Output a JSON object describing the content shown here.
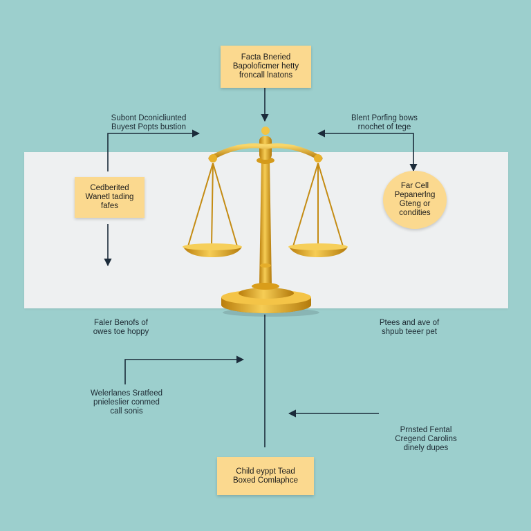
{
  "colors": {
    "background": "#9ccfcd",
    "panel": "#eef0f1",
    "box": "#fbd98f",
    "line": "#1b2b3a",
    "gold": "#e2a81e"
  },
  "icons": {
    "center": "balance-scale-icon"
  },
  "boxes": {
    "top": [
      "Facta Bneried",
      "Bapoloficmer hetty",
      "froncall lnatons"
    ],
    "left": [
      "Cedberited",
      "Wanetl tading",
      "fafes"
    ],
    "right": [
      "Far Cell",
      "Pepanerlng",
      "Gteng or",
      "condities"
    ],
    "bottom": [
      "Child eyppt Tead",
      "Boxed Comlaphce"
    ]
  },
  "labels": {
    "top_left": [
      "Subont Dconicliunted",
      "Buyest Popts bustion"
    ],
    "top_right": [
      "Blent Porfing bows",
      "rnochet of tege"
    ],
    "mid_left": [
      "Faler Benofs of",
      "owes toe hoppy"
    ],
    "mid_right": [
      "Ptees and ave of",
      "shpub teeer pet"
    ],
    "low_left": [
      "Welerlanes Sratfeed",
      "pnieleslier conmed",
      "call sonis"
    ],
    "low_right": [
      "Prnsted Fental",
      "Cregend Carolins",
      "dinely dupes"
    ]
  }
}
